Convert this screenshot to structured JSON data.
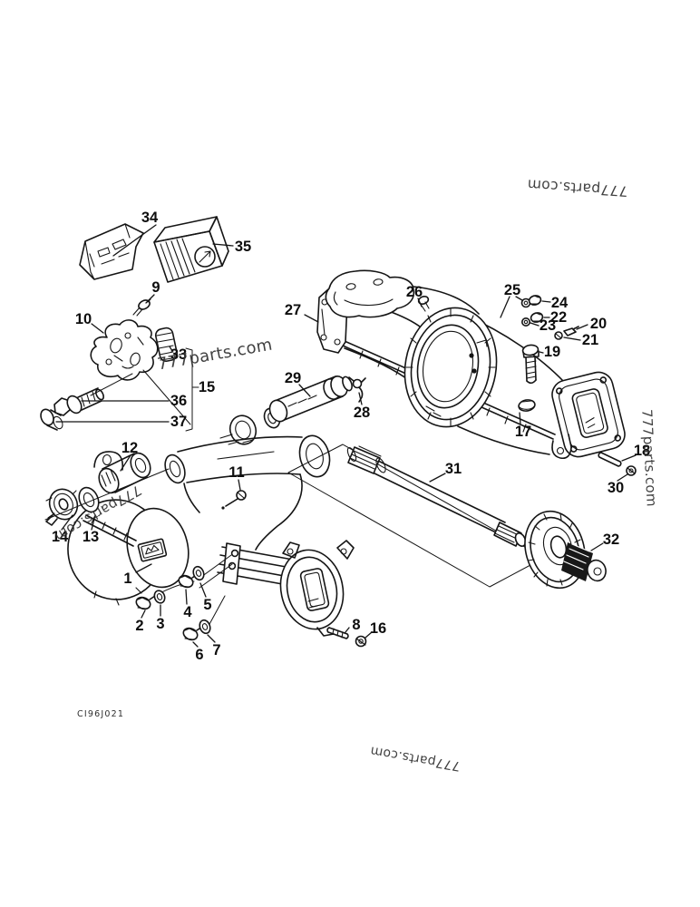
{
  "drawing_code": "CI96J021",
  "watermark": {
    "text": "777parts.com"
  },
  "colors": {
    "background": "#ffffff",
    "line": "#151515",
    "label": "#0e0e0e",
    "watermark": "#333333"
  },
  "parts": [
    {
      "num": "1"
    },
    {
      "num": "2"
    },
    {
      "num": "3"
    },
    {
      "num": "4"
    },
    {
      "num": "5"
    },
    {
      "num": "6"
    },
    {
      "num": "7"
    },
    {
      "num": "8"
    },
    {
      "num": "9"
    },
    {
      "num": "10"
    },
    {
      "num": "11"
    },
    {
      "num": "12"
    },
    {
      "num": "13"
    },
    {
      "num": "14"
    },
    {
      "num": "15"
    },
    {
      "num": "16"
    },
    {
      "num": "17"
    },
    {
      "num": "18"
    },
    {
      "num": "19"
    },
    {
      "num": "20"
    },
    {
      "num": "21"
    },
    {
      "num": "22"
    },
    {
      "num": "23"
    },
    {
      "num": "24"
    },
    {
      "num": "25"
    },
    {
      "num": "26"
    },
    {
      "num": "27"
    },
    {
      "num": "28"
    },
    {
      "num": "29"
    },
    {
      "num": "30"
    },
    {
      "num": "31"
    },
    {
      "num": "32"
    },
    {
      "num": "33"
    },
    {
      "num": "34"
    },
    {
      "num": "35"
    },
    {
      "num": "36"
    },
    {
      "num": "37"
    }
  ]
}
